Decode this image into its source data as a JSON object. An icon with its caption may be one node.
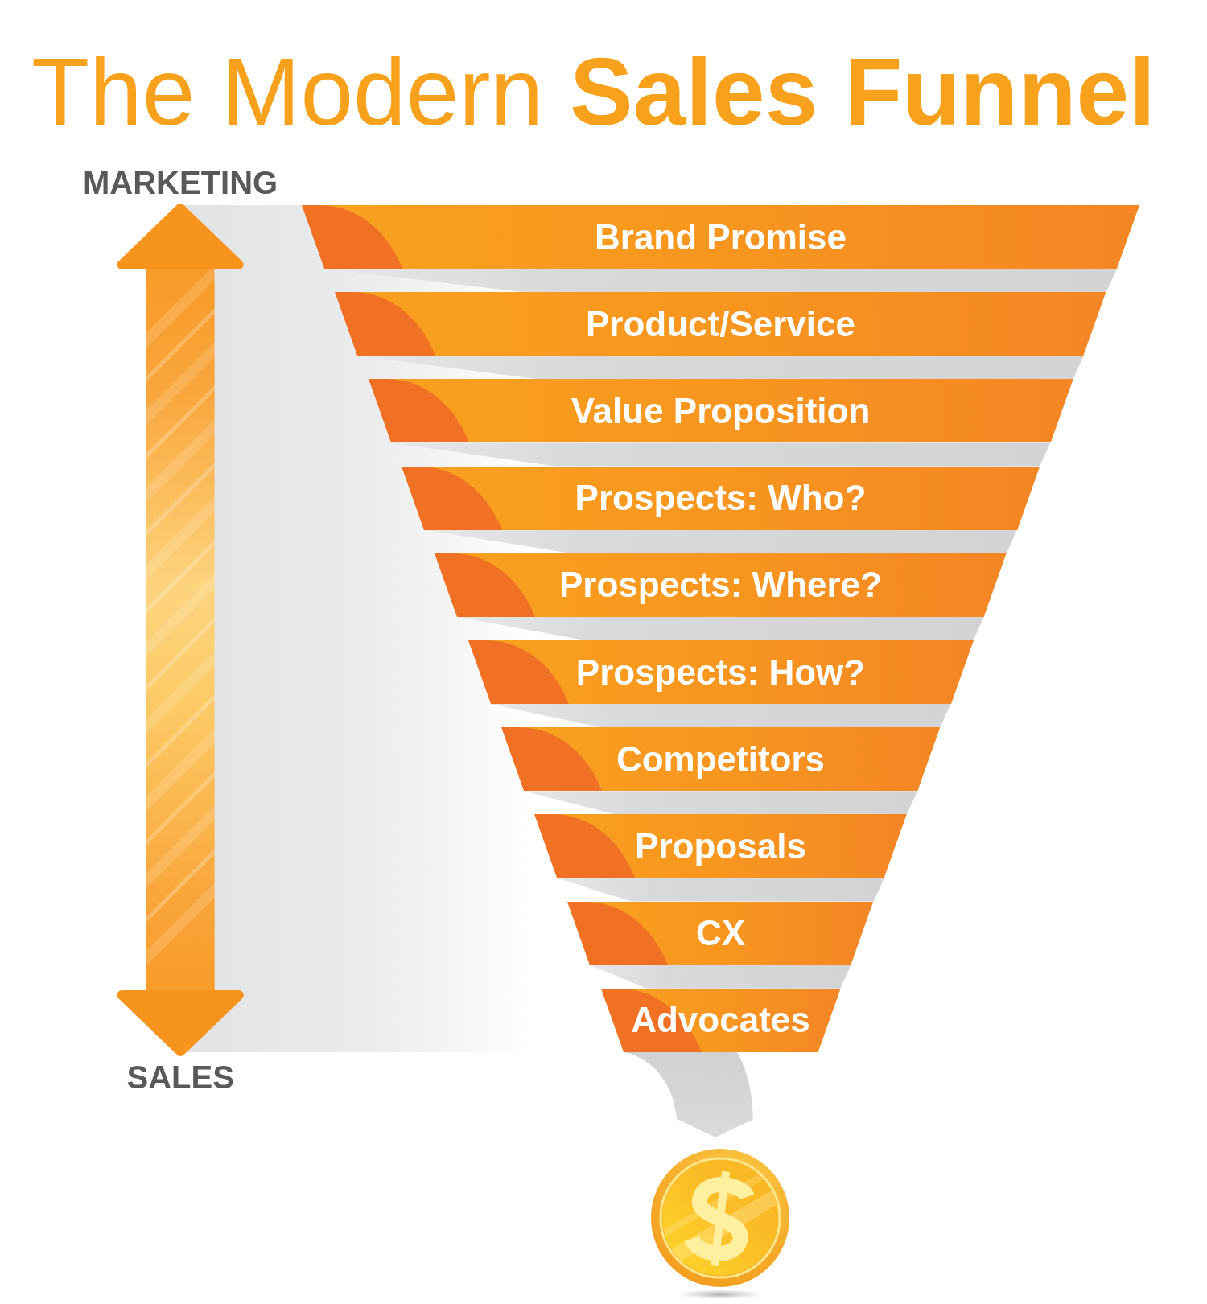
{
  "diagram": {
    "title": "The Modern **Sales Funnel**",
    "nodes": [
      {
        "text": [
          "MARKETING"
        ]
      },
      {
        "text": [
          "Brand Promise"
        ]
      },
      {
        "text": [
          "Product/Service"
        ]
      },
      {
        "text": [
          "Value Proposition"
        ]
      },
      {
        "text": [
          "Prospects: Who?"
        ]
      },
      {
        "text": [
          "Prospects: Where?"
        ]
      },
      {
        "text": [
          "Prospects: How?"
        ]
      },
      {
        "text": [
          "Competitors"
        ]
      },
      {
        "text": [
          "Proposals"
        ]
      },
      {
        "text": [
          "CX"
        ]
      },
      {
        "text": [
          "Advocates"
        ]
      },
      {
        "text": [
          "SALES"
        ]
      }
    ],
    "edges": [
      {
        "from": 0,
        "to": 11,
        "arrow": "both",
        "style": "thick"
      }
    ]
  }
}
